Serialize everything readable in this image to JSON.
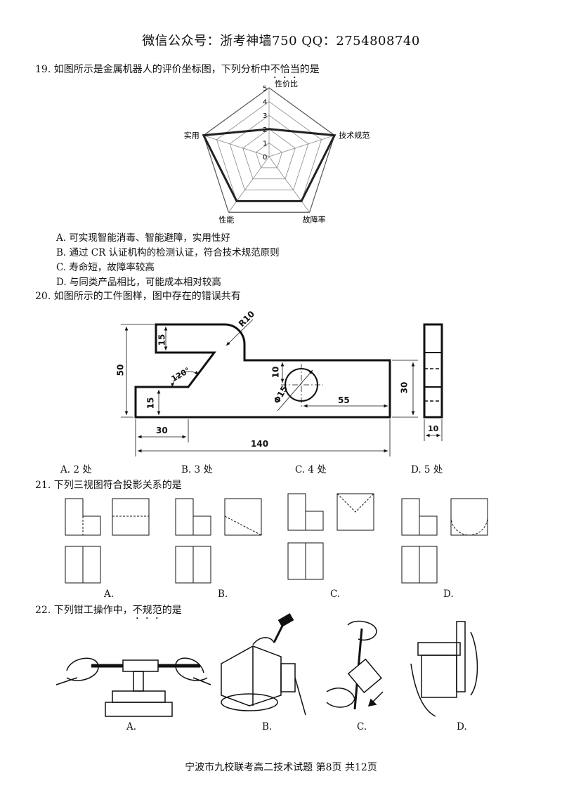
{
  "header": "微信公众号：浙考神墙750   QQ：2754808740",
  "q19": {
    "stem_prefix": "19. 如图所示是金属机器人的评价坐标图，下列分析中",
    "stem_emph": "不恰当",
    "stem_suffix": "的是",
    "radar": {
      "axes": [
        "性价比",
        "技术规范",
        "故障率",
        "性能",
        "实用"
      ],
      "ticks": [
        "5",
        "4",
        "3",
        "2",
        "1",
        "0"
      ],
      "values": [
        2,
        5,
        4,
        4,
        5
      ]
    },
    "options": [
      "A. 可实现智能消毒、智能避障，实用性好",
      "B. 通过 CR 认证机构的检测认证，符合技术规范原则",
      "C. 寿命短，故障率较高",
      "D. 与同类产品相比，可能成本相对较高"
    ]
  },
  "q20": {
    "stem": "20. 如图所示的工件图样，图中存在的错误共有",
    "dims": [
      "R10",
      "15",
      "50",
      "120°",
      "15",
      "30",
      "140",
      "10",
      "Φ15",
      "55",
      "30",
      "10"
    ],
    "options": [
      "A. 2 处",
      "B. 3 处",
      "C. 4 处",
      "D. 5 处"
    ]
  },
  "q21": {
    "stem": "21. 下列三视图符合投影关系的是",
    "labels": [
      "A.",
      "B.",
      "C.",
      "D."
    ]
  },
  "q22": {
    "stem_prefix": "22. 下列钳工操作中，",
    "stem_emph": "不规范",
    "stem_suffix": "的是",
    "labels": [
      "A.",
      "B.",
      "C.",
      "D."
    ]
  },
  "footer": "宁波市九校联考高二技术试题  第8页  共12页"
}
